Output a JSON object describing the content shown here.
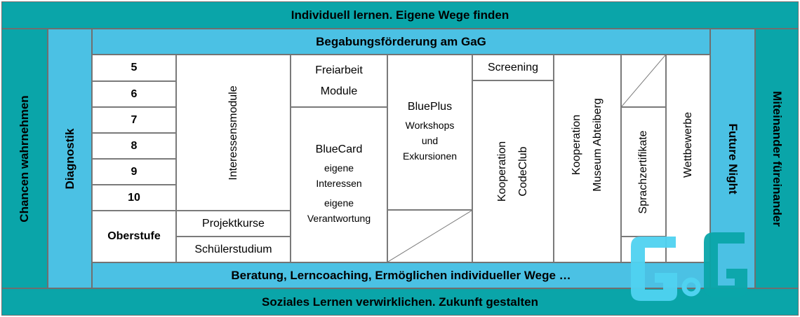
{
  "header": {
    "title": "Individuell lernen. Eigene Wege finden"
  },
  "footer": {
    "title": "Soziales Lernen verwirklichen. Zukunft gestalten"
  },
  "left_outer": {
    "label": "Chancen wahrnehmen"
  },
  "left_inner": {
    "label": "Diagnostik"
  },
  "right_inner": {
    "label": "Future Night"
  },
  "right_outer": {
    "label": "Miteinander füreinander"
  },
  "top_band": {
    "label": "Begabungsförderung am GaG"
  },
  "bottom_band": {
    "label": "Beratung, Lerncoaching, Ermöglichen individueller Wege …"
  },
  "grades": [
    "5",
    "6",
    "7",
    "8",
    "9",
    "10"
  ],
  "oberstufe": "Oberstufe",
  "interessensmodule": "Interessensmodule",
  "projektkurse": "Projektkurse",
  "schuelerstudium": "Schülerstudium",
  "freiarbeit": {
    "line1": "Freiarbeit",
    "line2": "Module"
  },
  "bluecard": {
    "title": "BlueCard",
    "line1": "eigene",
    "line2": "Interessen",
    "line3": "eigene",
    "line4": "Verantwortung"
  },
  "blueplus": {
    "title": "BluePlus",
    "line1": "Workshops",
    "line2": "und",
    "line3": "Exkursionen"
  },
  "screening": "Screening",
  "codeclub": {
    "line1": "Kooperation",
    "line2": "CodeClub"
  },
  "museum": {
    "line1": "Kooperation",
    "line2": "Museum Abteiberg"
  },
  "sprachzertifikate": "Sprachzertifikate",
  "wettbewerbe": "Wettbewerbe",
  "logo": {
    "text": "GaG",
    "color_light": "#4fd2f0",
    "color_dark": "#0aa5a9"
  },
  "colors": {
    "teal": "#0aa5a9",
    "blue": "#4bc1e4",
    "border": "#6f6f6f"
  }
}
